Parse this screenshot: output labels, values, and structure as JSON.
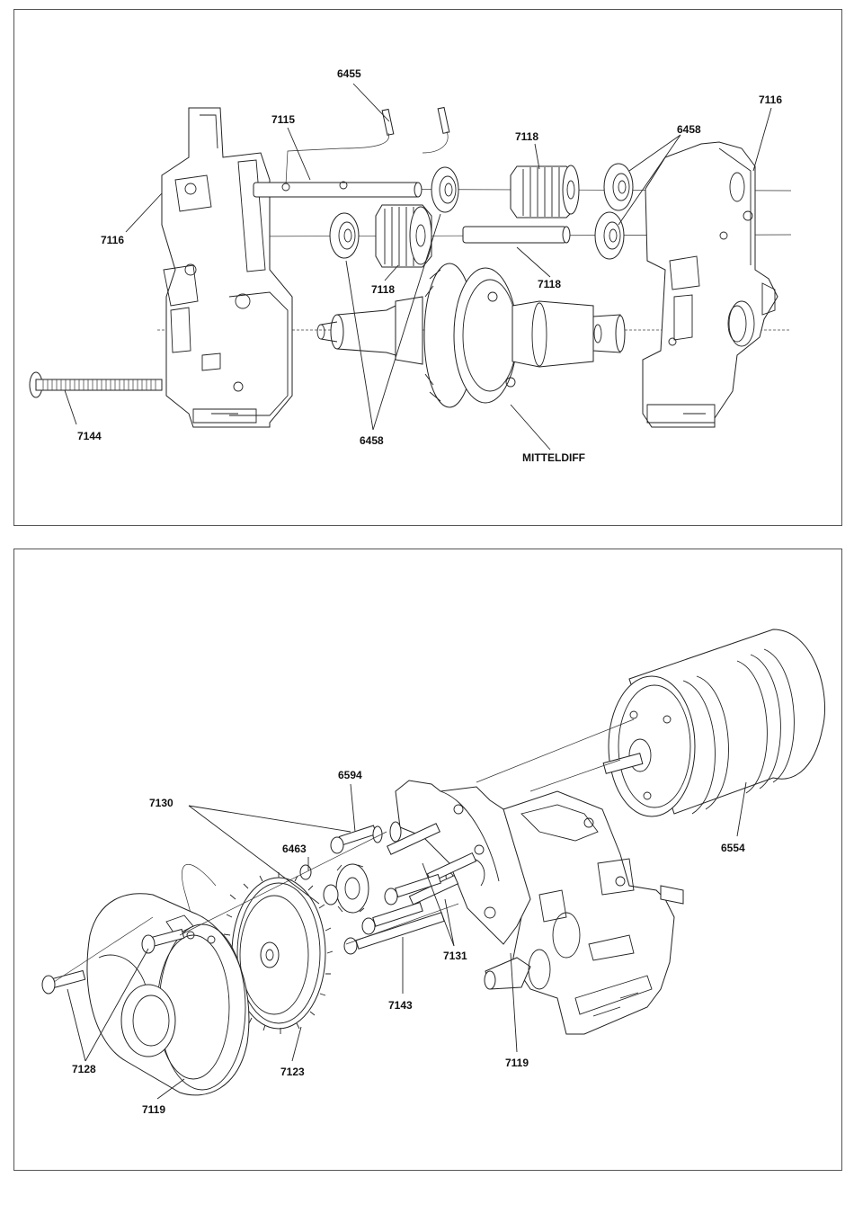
{
  "top_diagram": {
    "labels": {
      "p6455": "6455",
      "p7115": "7115",
      "p7118a": "7118",
      "p6458a": "6458",
      "p7116r": "7116",
      "p7116l": "7116",
      "p7118b": "7118",
      "p7118c": "7118",
      "p7144": "7144",
      "p6458b": "6458",
      "mitteldiff": "MITTELDIFF"
    }
  },
  "bottom_diagram": {
    "labels": {
      "p6594": "6594",
      "p7130": "7130",
      "p6463": "6463",
      "p6554": "6554",
      "p7131": "7131",
      "p7143": "7143",
      "p7128": "7128",
      "p7123": "7123",
      "p7119a": "7119",
      "p7119b": "7119"
    }
  }
}
